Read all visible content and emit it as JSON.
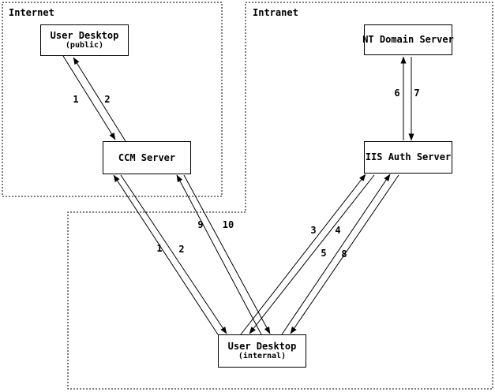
{
  "diagram": {
    "zones": [
      {
        "id": "internet",
        "name": "Internet"
      },
      {
        "id": "intranet",
        "name": "Intranet"
      }
    ],
    "nodes": [
      {
        "id": "user-desktop-public",
        "title": "User Desktop",
        "subtitle": "(public)",
        "zone": "internet"
      },
      {
        "id": "ccm-server",
        "title": "CCM Server",
        "zone": "internet"
      },
      {
        "id": "nt-domain-server",
        "title": "NT Domain Server",
        "zone": "intranet"
      },
      {
        "id": "iis-auth-server",
        "title": "IIS Auth Server",
        "zone": "intranet"
      },
      {
        "id": "user-desktop-internal",
        "title": "User Desktop",
        "subtitle": "(internal)",
        "zone": "intranet"
      }
    ],
    "edges": [
      {
        "label": "1",
        "from": "user-desktop-public",
        "to": "ccm-server"
      },
      {
        "label": "2",
        "from": "ccm-server",
        "to": "user-desktop-public"
      },
      {
        "label": "1",
        "from": "user-desktop-internal",
        "to": "ccm-server"
      },
      {
        "label": "2",
        "from": "ccm-server",
        "to": "user-desktop-internal"
      },
      {
        "label": "9",
        "from": "user-desktop-internal",
        "to": "ccm-server"
      },
      {
        "label": "10",
        "from": "ccm-server",
        "to": "user-desktop-internal"
      },
      {
        "label": "3",
        "from": "user-desktop-internal",
        "to": "iis-auth-server"
      },
      {
        "label": "4",
        "from": "iis-auth-server",
        "to": "user-desktop-internal"
      },
      {
        "label": "5",
        "from": "user-desktop-internal",
        "to": "iis-auth-server"
      },
      {
        "label": "8",
        "from": "iis-auth-server",
        "to": "user-desktop-internal"
      },
      {
        "label": "6",
        "from": "iis-auth-server",
        "to": "nt-domain-server"
      },
      {
        "label": "7",
        "from": "nt-domain-server",
        "to": "iis-auth-server"
      }
    ],
    "colors": {
      "line": "#000000",
      "background": "#ffffff"
    }
  }
}
